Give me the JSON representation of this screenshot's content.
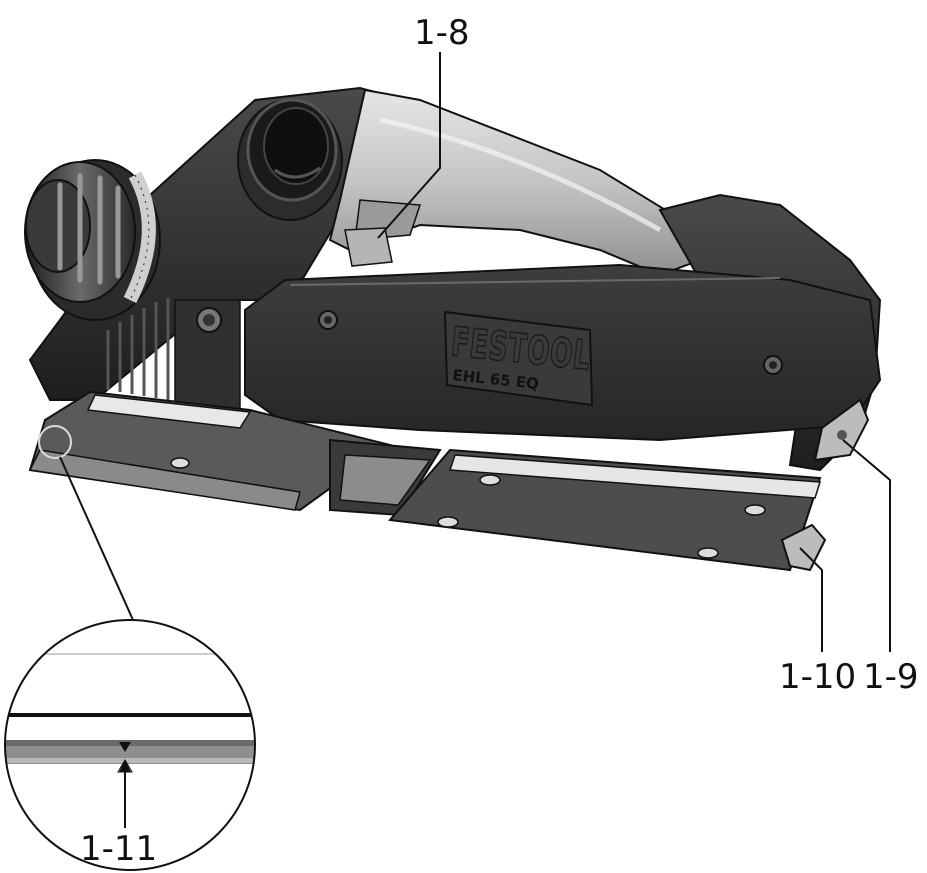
{
  "labels": {
    "callout_1_8": "1-8",
    "callout_1_9": "1-9",
    "callout_1_10": "1-10",
    "callout_1_11": "1-11"
  },
  "tool": {
    "brand": "FESTOOL",
    "model": "EHL 65 EQ"
  },
  "colors": {
    "body_dark": "#2a2a2a",
    "body_mid": "#3d3d3d",
    "handle_light": "#c9c9c9",
    "sole_plate": "#4a4a4a",
    "ink": "#111111"
  }
}
